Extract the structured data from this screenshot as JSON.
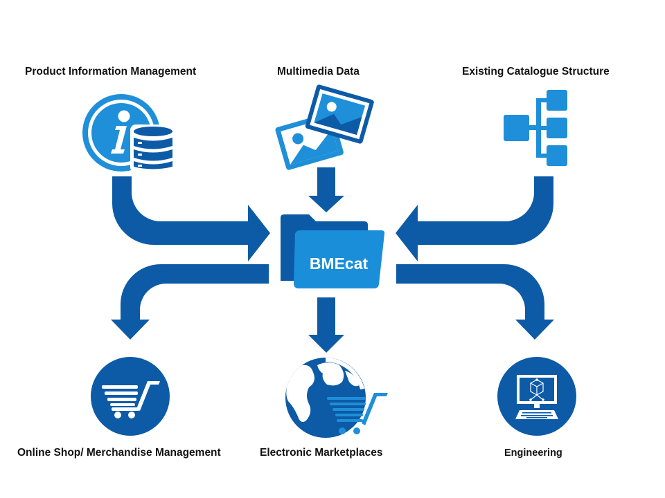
{
  "colors": {
    "dark_blue": "#0d5ba6",
    "light_blue": "#1e8fd8",
    "folder_back": "#0c5aa6",
    "folder_front": "#1b8ed9",
    "text": "#111111",
    "white": "#ffffff"
  },
  "center": {
    "label": "BMEcat",
    "icon": "folder-icon"
  },
  "inputs": [
    {
      "label": "Product Information Management",
      "icon": "info-database-icon"
    },
    {
      "label": "Multimedia Data",
      "icon": "images-icon"
    },
    {
      "label": "Existing Catalogue Structure",
      "icon": "hierarchy-icon"
    }
  ],
  "outputs": [
    {
      "label": "Online Shop/ Merchandise Management",
      "icon": "shopping-cart-icon"
    },
    {
      "label": "Electronic Marketplaces",
      "icon": "globe-cart-icon"
    },
    {
      "label": "Engineering",
      "icon": "computer-cad-icon"
    }
  ]
}
